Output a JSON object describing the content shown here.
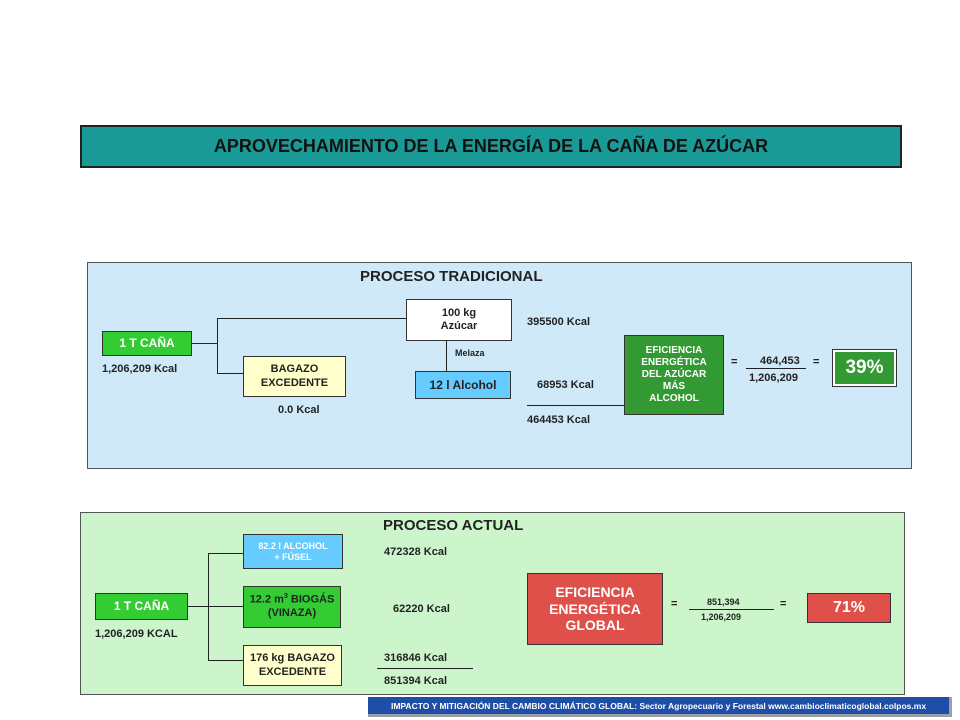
{
  "title": "APROVECHAMIENTO DE LA ENERGÍA DE LA CAÑA DE AZÚCAR",
  "tradicional": {
    "heading": "PROCESO  TRADICIONAL",
    "cana_label": "1 T CAÑA",
    "cana_kcal": "1,206,209 Kcal",
    "azucar_label_1": "100 kg",
    "azucar_label_2": "Azúcar",
    "azucar_kcal": "395500 Kcal",
    "melaza": "Melaza",
    "bagazo_label_1": "BAGAZO",
    "bagazo_label_2": "EXCEDENTE",
    "bagazo_kcal": "0.0 Kcal",
    "alcohol_label": "12 l Alcohol",
    "alcohol_kcal": "68953 Kcal",
    "total_kcal": "464453 Kcal",
    "eficiencia_1": "EFICIENCIA",
    "eficiencia_2": "ENERGÉTICA",
    "eficiencia_3": "DEL AZÚCAR",
    "eficiencia_4": "MÁS",
    "eficiencia_5": "ALCOHOL",
    "eq1": "=",
    "numerator": "464,453",
    "denominator": "1,206,209",
    "eq2": "=",
    "result": "39%"
  },
  "actual": {
    "heading": "PROCESO  ACTUAL",
    "cana_label": "1 T CAÑA",
    "cana_kcal": "1,206,209 KCAL",
    "alcohol_label_1": "82.2 l ALCOHOL",
    "alcohol_label_2": "+ FÚSEL",
    "alcohol_kcal": "472328 Kcal",
    "biogas_label_1a": "12.2 m",
    "biogas_sup": "3",
    "biogas_label_1b": " BIOGÁS",
    "biogas_label_2": "(VINAZA)",
    "biogas_kcal": "62220 Kcal",
    "bagazo_label_1": "176 kg BAGAZO",
    "bagazo_label_2": "EXCEDENTE",
    "bagazo_kcal": "316846 Kcal",
    "total_kcal": "851394 Kcal",
    "eficiencia_1": "EFICIENCIA",
    "eficiencia_2": "ENERGÉTICA",
    "eficiencia_3": "GLOBAL",
    "eq1": "=",
    "numerator": "851,394",
    "denominator": "1,206,209",
    "eq2": "=",
    "result": "71%"
  },
  "footer": "IMPACTO Y MITIGACIÓN DEL CAMBIO CLIMÁTICO GLOBAL: Sector Agropecuario y Forestal www.cambioclimaticoglobal.colpos.mx",
  "colors": {
    "title_bg": "#1a9a96",
    "panel_top_bg": "#cfe9f8",
    "panel_bottom_bg": "#ccf5cc",
    "cane_box": "#33cc33",
    "efficiency_box_traditional": "#339933",
    "efficiency_box_actual": "#e0504a",
    "alcohol_box": "#66ccff",
    "footer_bg": "#1f4ea8"
  }
}
